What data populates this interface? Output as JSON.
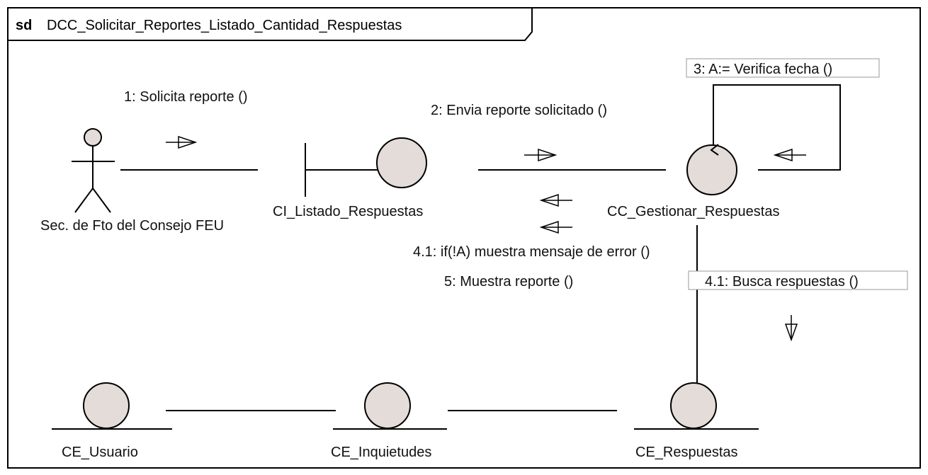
{
  "diagram": {
    "keyword": "sd",
    "name": "DCC_Solicitar_Reportes_Listado_Cantidad_Respuestas"
  },
  "actor": {
    "label": "Sec. de Fto del Consejo FEU"
  },
  "objects": {
    "boundary": "CI_Listado_Respuestas",
    "control": "CC_Gestionar_Respuestas",
    "entity_usuario": "CE_Usuario",
    "entity_inquietudes": "CE_Inquietudes",
    "entity_respuestas": "CE_Respuestas"
  },
  "messages": {
    "m1": "1: Solicita reporte ()",
    "m2": "2: Envia reporte solicitado ()",
    "m3": "3: A:= Verifica fecha ()",
    "m41_error": "4.1: if(!A) muestra mensaje de error ()",
    "m5": "5: Muestra reporte ()",
    "m41_busca": "4.1: Busca respuestas ()"
  },
  "colors": {
    "object_fill": "#e4dcd8",
    "stroke": "#000000",
    "background": "#ffffff"
  }
}
